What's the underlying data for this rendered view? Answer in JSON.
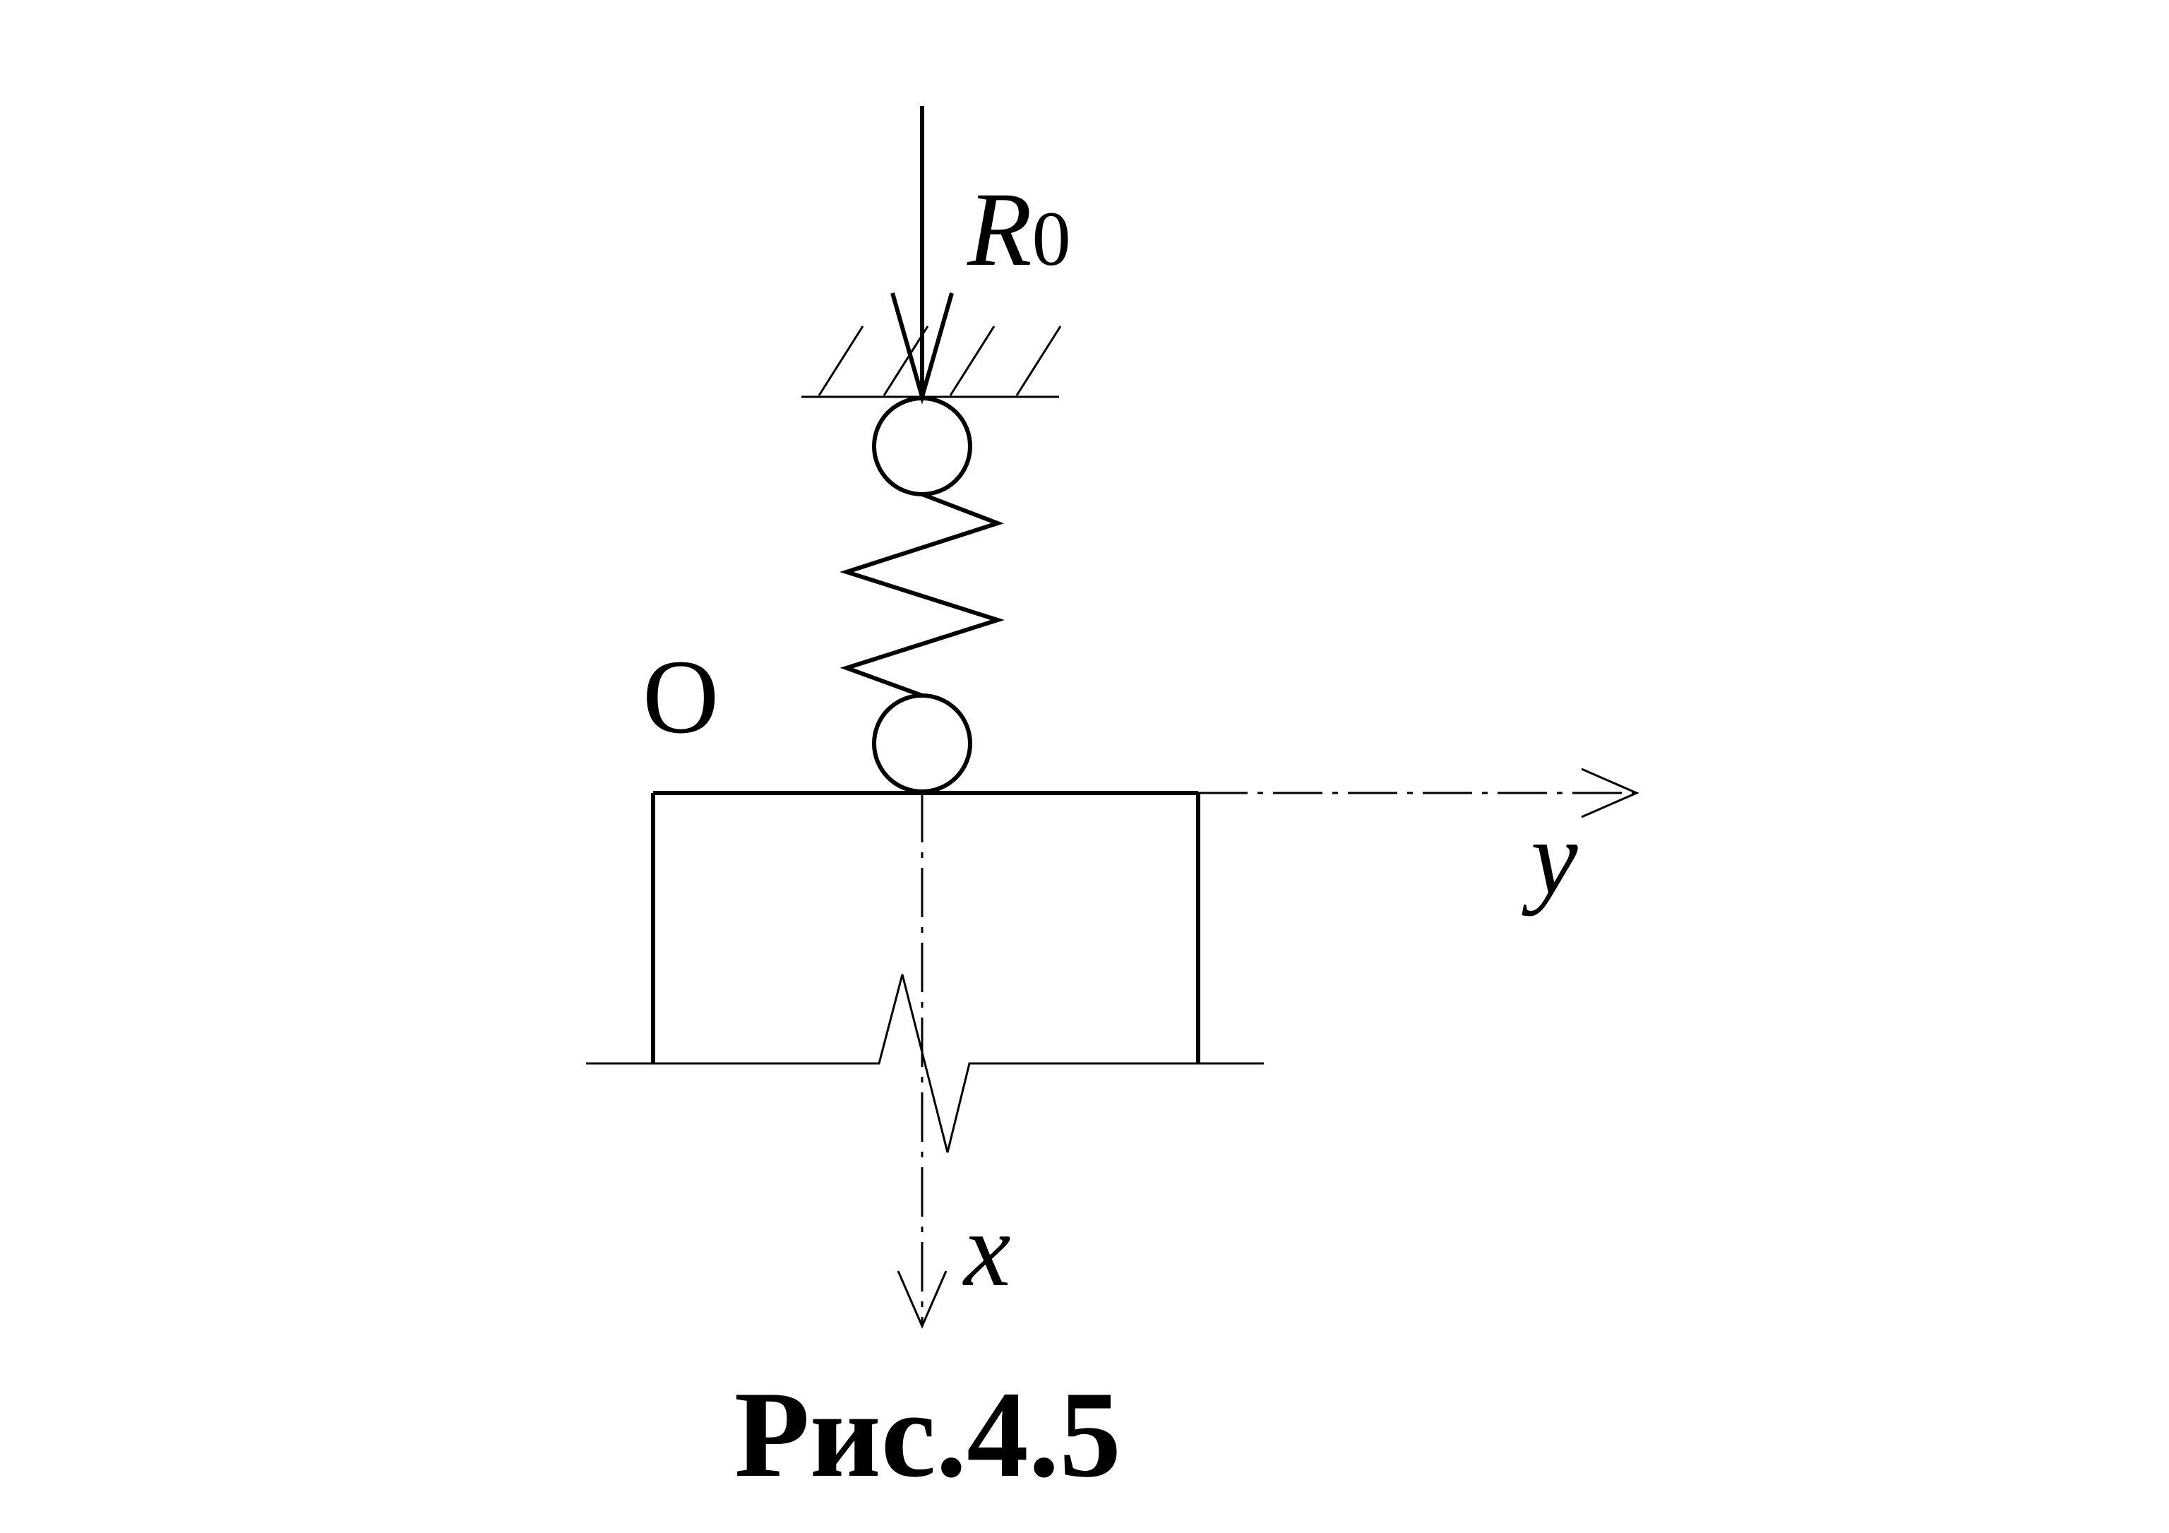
{
  "labels": {
    "force": "R",
    "force_subscript": "0",
    "origin": "O",
    "axis_x": "x",
    "axis_y": "y"
  },
  "caption": "Рис.4.5"
}
